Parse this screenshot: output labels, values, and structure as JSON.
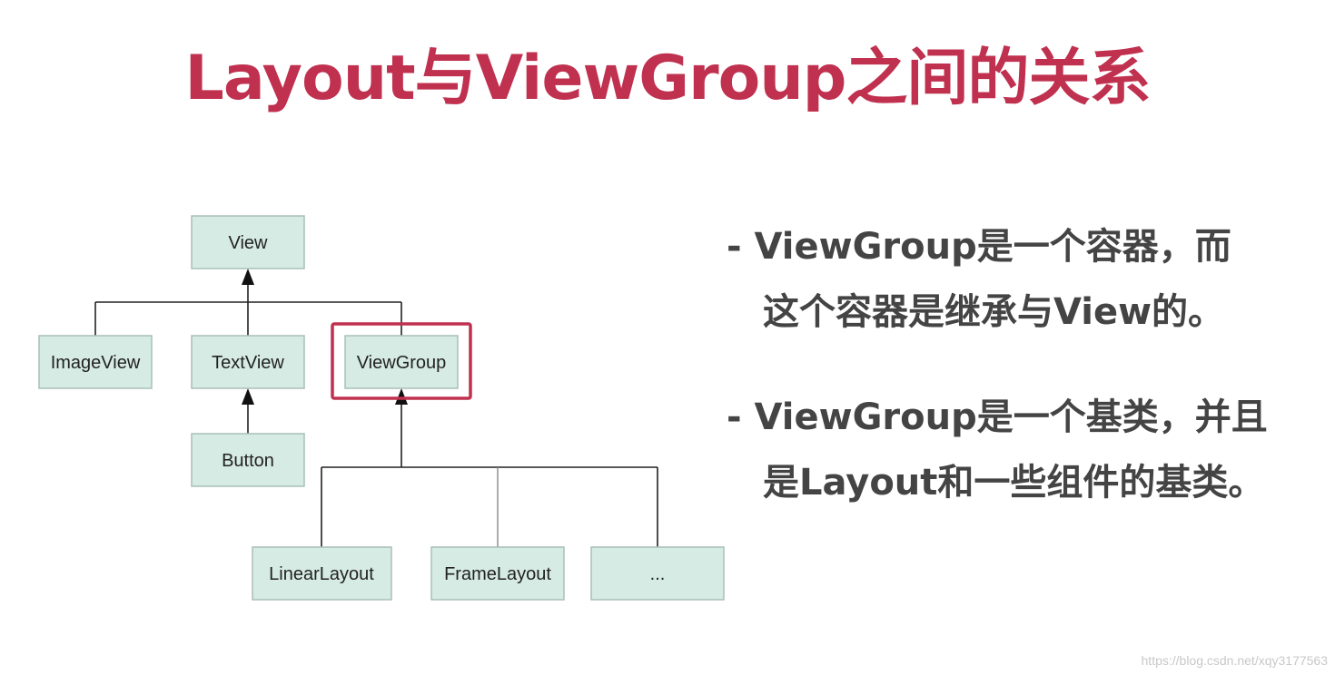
{
  "title": "Layout与ViewGroup之间的关系",
  "diagram": {
    "nodes": {
      "view": "View",
      "imageview": "ImageView",
      "textview": "TextView",
      "viewgroup": "ViewGroup",
      "button": "Button",
      "linearlayout": "LinearLayout",
      "framelayout": "FrameLayout",
      "more": "..."
    },
    "highlight_color": "#c0304f",
    "node_fill": "#d6ebe3"
  },
  "bullets": [
    {
      "line1": "- ViewGroup是一个容器，而",
      "line2": "这个容器是继承与View的。"
    },
    {
      "line1": "- ViewGroup是一个基类，并且",
      "line2": "是Layout和一些组件的基类。"
    }
  ],
  "watermark": "https://blog.csdn.net/xqy3177563"
}
